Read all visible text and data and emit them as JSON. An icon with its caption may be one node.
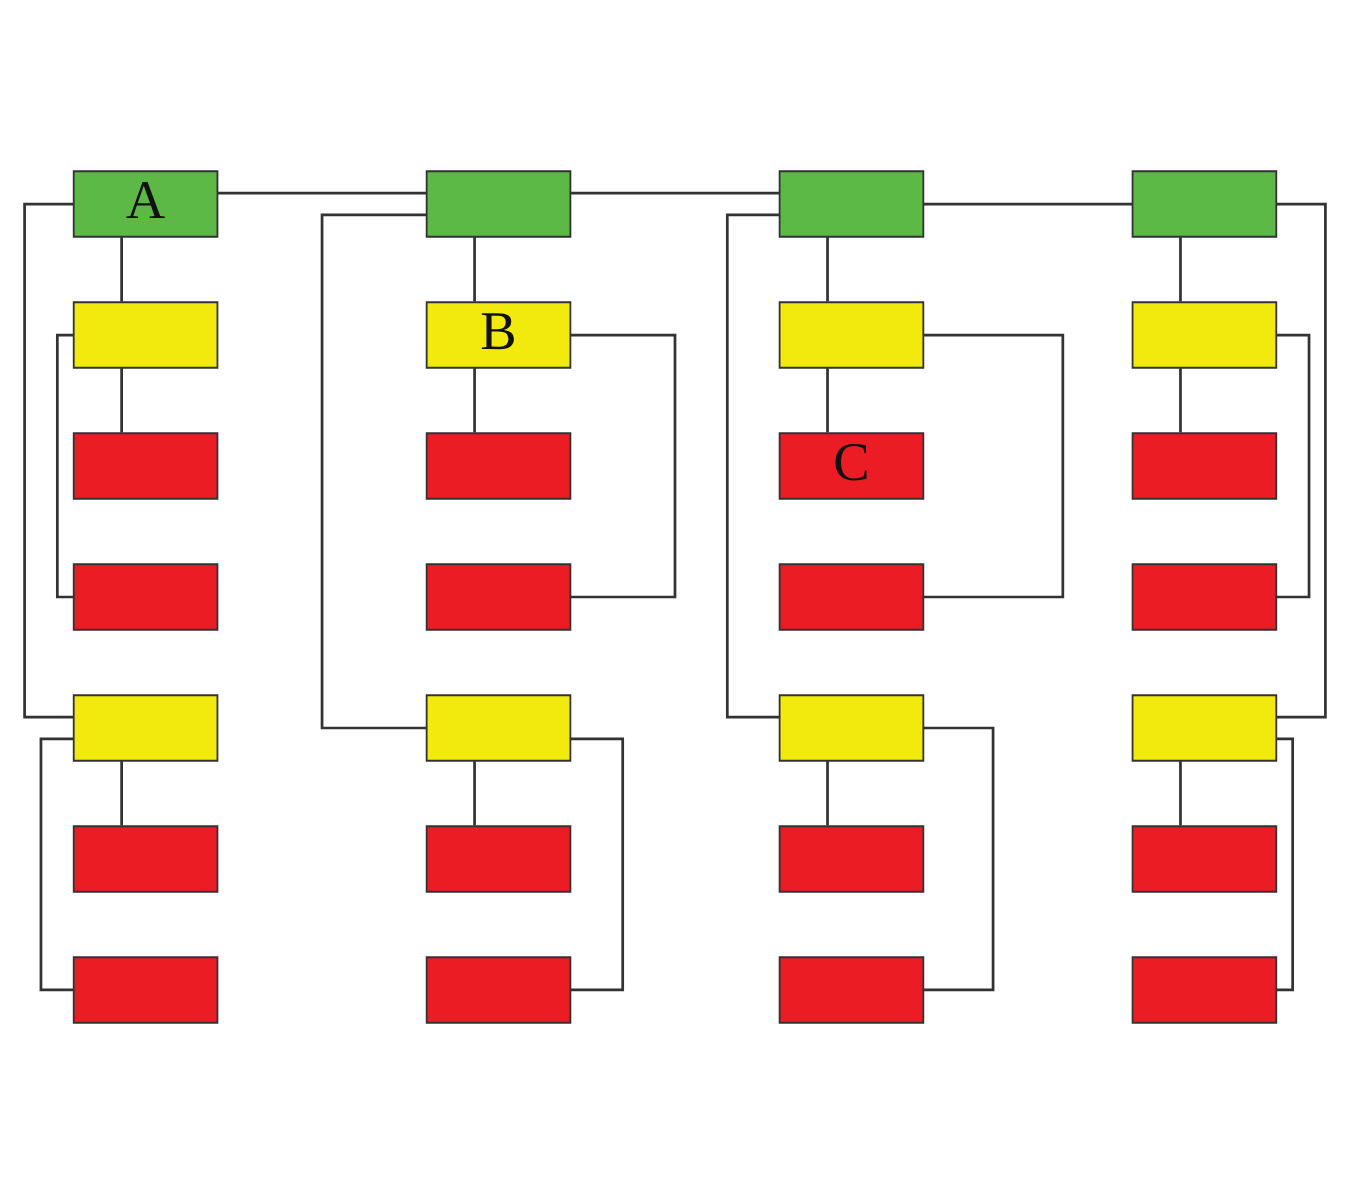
{
  "diagram": {
    "nodes": [
      {
        "text": [
          "A"
        ]
      },
      {
        "text": [],
        "shape": "box"
      },
      {
        "text": [],
        "shape": "box"
      },
      {
        "text": [],
        "shape": "box"
      },
      {
        "text": [],
        "shape": "box"
      },
      {
        "text": [],
        "shape": "box"
      },
      {
        "text": [],
        "shape": "box"
      },
      {
        "text": [],
        "shape": "box"
      },
      {
        "text": [],
        "shape": "box"
      },
      {
        "text": [],
        "shape": "box"
      },
      {
        "text": [
          "B"
        ]
      },
      {
        "text": [],
        "shape": "box"
      },
      {
        "text": [],
        "shape": "box"
      },
      {
        "text": [],
        "shape": "box"
      },
      {
        "text": [],
        "shape": "box"
      },
      {
        "text": [],
        "shape": "box"
      },
      {
        "text": [],
        "shape": "box"
      },
      {
        "text": [
          "C"
        ]
      },
      {
        "text": [],
        "shape": "box"
      },
      {
        "text": [],
        "shape": "box"
      },
      {
        "text": [],
        "shape": "box"
      },
      {
        "text": [],
        "shape": "box"
      },
      {
        "text": [],
        "shape": "box"
      },
      {
        "text": [],
        "shape": "box"
      },
      {
        "text": [],
        "shape": "box"
      },
      {
        "text": [],
        "shape": "box"
      },
      {
        "text": [],
        "shape": "box"
      },
      {
        "text": [],
        "shape": "box"
      }
    ],
    "edges": [
      {
        "from": 0,
        "to": 1,
        "arrow": "none"
      },
      {
        "from": 1,
        "to": 2,
        "arrow": "none"
      },
      {
        "from": 2,
        "to": 3,
        "arrow": "none"
      },
      {
        "from": 0,
        "to": 4,
        "arrow": "none"
      },
      {
        "from": 4,
        "to": 5,
        "arrow": "none"
      },
      {
        "from": 4,
        "to": 6,
        "arrow": "none"
      },
      {
        "from": 0,
        "to": 7,
        "arrow": "none"
      },
      {
        "from": 7,
        "to": 8,
        "arrow": "none"
      },
      {
        "from": 7,
        "to": 9,
        "arrow": "none"
      },
      {
        "from": 1,
        "to": 10,
        "arrow": "none"
      },
      {
        "from": 10,
        "to": 11,
        "arrow": "none"
      },
      {
        "from": 10,
        "to": 12,
        "arrow": "none"
      },
      {
        "from": 1,
        "to": 13,
        "arrow": "none"
      },
      {
        "from": 13,
        "to": 14,
        "arrow": "none"
      },
      {
        "from": 13,
        "to": 15,
        "arrow": "none"
      },
      {
        "from": 2,
        "to": 16,
        "arrow": "none"
      },
      {
        "from": 16,
        "to": 17,
        "arrow": "none"
      },
      {
        "from": 16,
        "to": 18,
        "arrow": "none"
      },
      {
        "from": 2,
        "to": 19,
        "arrow": "none"
      },
      {
        "from": 19,
        "to": 20,
        "arrow": "none"
      },
      {
        "from": 19,
        "to": 21,
        "arrow": "none"
      },
      {
        "from": 3,
        "to": 22,
        "arrow": "none"
      },
      {
        "from": 22,
        "to": 23,
        "arrow": "none"
      },
      {
        "from": 22,
        "to": 24,
        "arrow": "none"
      },
      {
        "from": 3,
        "to": 25,
        "arrow": "none"
      },
      {
        "from": 25,
        "to": 26,
        "arrow": "none"
      },
      {
        "from": 25,
        "to": 27,
        "arrow": "none"
      }
    ]
  }
}
